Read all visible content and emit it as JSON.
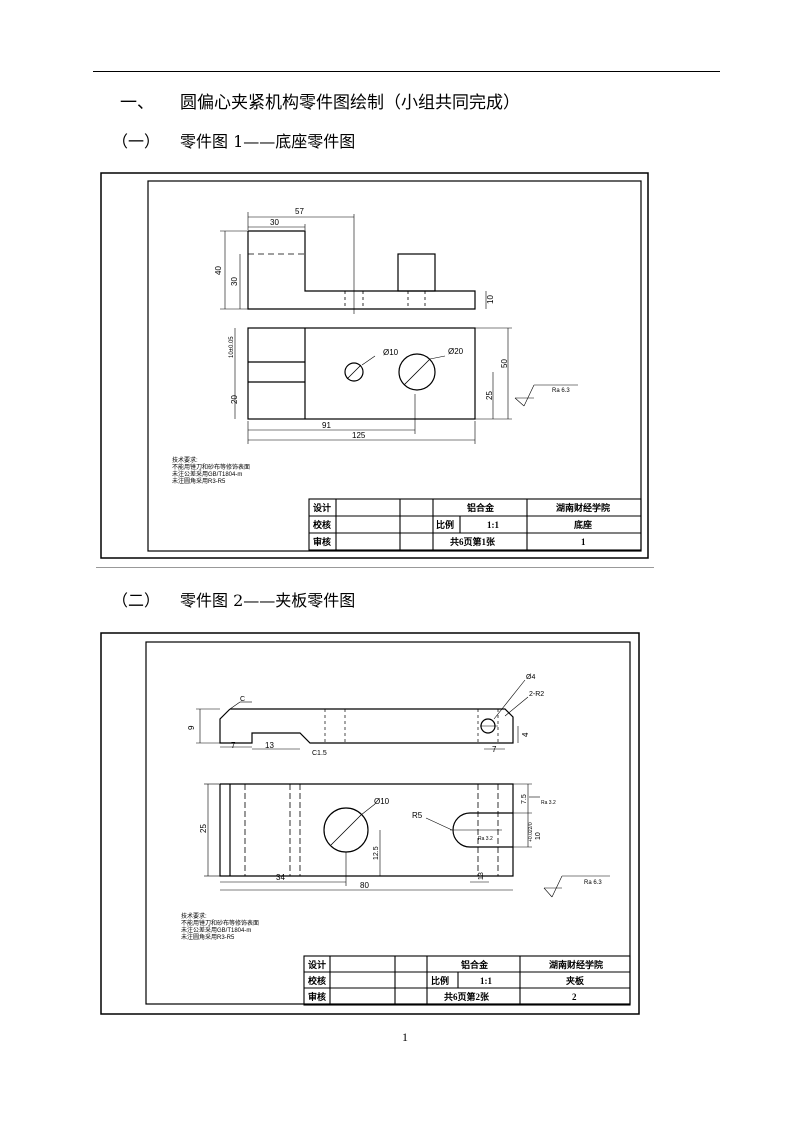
{
  "section": {
    "number": "一、",
    "title": "圆偏心夹紧机构零件图绘制（小组共同完成）"
  },
  "parts": [
    {
      "number": "（一）",
      "title": "零件图 1——底座零件图",
      "dims": {
        "d57": "57",
        "d30a": "30",
        "d40": "40",
        "d30b": "30",
        "d10a": "10",
        "d10tol": "10±0.05",
        "d20": "20",
        "phi10": "Ø10",
        "phi20": "Ø20",
        "d50": "50",
        "d25": "25",
        "d91": "91",
        "d125": "125",
        "rough": "Ra 6.3"
      },
      "tech": {
        "title": "技术要求:",
        "line1": "不能用锉刀和砂布等修饰表面",
        "line2": "未注公差采用GB/T1804-m",
        "line3": "未注圆角采用R3-R5"
      },
      "titleblock": {
        "design": "设计",
        "check": "校核",
        "approve": "审核",
        "material": "铝合金",
        "scale_label": "比例",
        "scale": "1:1",
        "sheets": "共6页第1张",
        "school": "湖南财经学院",
        "part_name": "底座",
        "part_no": "1"
      }
    },
    {
      "number": "（二）",
      "title": "零件图 2——夹板零件图",
      "dims": {
        "phi4": "Ø4",
        "r2": "2-R2",
        "d9": "9",
        "d7a": "7",
        "d13": "13",
        "d7b": "7",
        "d4": "4",
        "c15": "C1.5",
        "phi10": "Ø10",
        "r5": "R5",
        "d25": "25",
        "d125": "12.5",
        "d10tol": "10",
        "tol": "+0.022/0",
        "d75": "7.5",
        "d34": "34",
        "d80": "80",
        "d13b": "13",
        "rough": "Ra 6.3",
        "rough_s": "Ra 3.2",
        "c": "C"
      },
      "tech": {
        "title": "技术要求:",
        "line1": "不能用锉刀和砂布等修饰表面",
        "line2": "未注公差采用GB/T1804-m",
        "line3": "未注圆角采用R3-R5"
      },
      "titleblock": {
        "design": "设计",
        "check": "校核",
        "approve": "审核",
        "material": "铝合金",
        "scale_label": "比例",
        "scale": "1:1",
        "sheets": "共6页第2张",
        "school": "湖南财经学院",
        "part_name": "夹板",
        "part_no": "2"
      }
    }
  ],
  "page_number": "1"
}
